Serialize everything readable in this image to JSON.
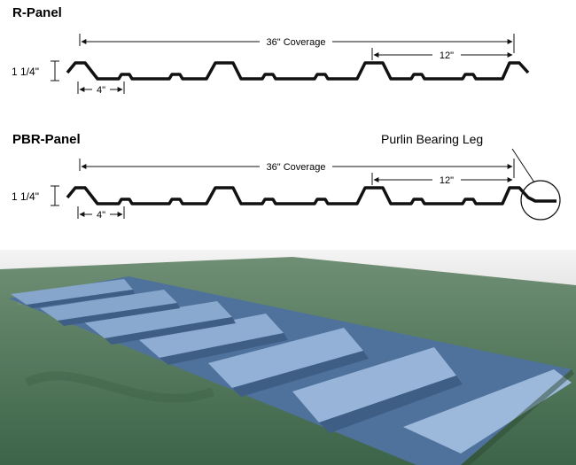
{
  "diagram": {
    "panels": [
      {
        "title": "R-Panel",
        "coverage_label": "36\" Coverage",
        "rib_spacing_label": "12\"",
        "minor_spacing_label": "4\"",
        "height_label": "1 1/4\""
      },
      {
        "title": "PBR-Panel",
        "coverage_label": "36\" Coverage",
        "rib_spacing_label": "12\"",
        "minor_spacing_label": "4\"",
        "height_label": "1 1/4\"",
        "callout_label": "Purlin Bearing Leg"
      }
    ]
  },
  "photo": {
    "panel_color": "#5b7fa8",
    "floor_color": "#3f6a4c",
    "wall_color": "#ececec"
  }
}
